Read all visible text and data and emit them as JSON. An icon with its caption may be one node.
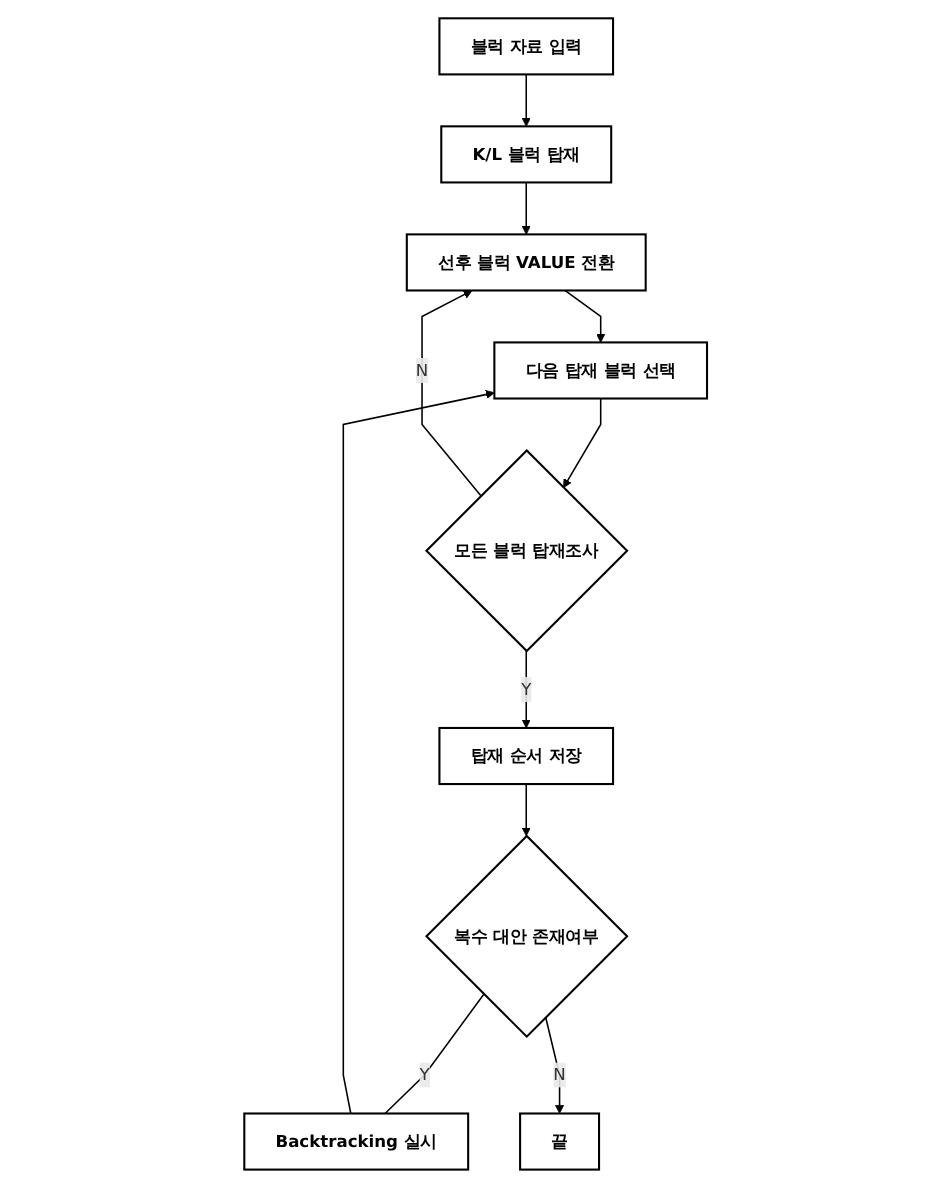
{
  "diagram": {
    "nodes": [
      {
        "text": [
          "블럭 자료 입력"
        ]
      },
      {
        "text": [
          "K/L 블럭 탑재"
        ]
      },
      {
        "text": [
          "선후 블럭 VALUE 전환"
        ]
      },
      {
        "text": [
          "다음 탑재 블럭 선택"
        ]
      },
      {
        "text": [
          "모든 블럭 탑재조사"
        ]
      },
      {
        "text": [
          "탑재 순서 저장"
        ]
      },
      {
        "text": [
          "Backtracking 실시"
        ]
      },
      {
        "text": [
          "복수 대안 존재여부"
        ]
      },
      {
        "text": [
          "끝"
        ]
      }
    ],
    "edges": [
      {
        "from": 0,
        "to": 1,
        "arrow": "to"
      },
      {
        "from": 1,
        "to": 2,
        "arrow": "to"
      },
      {
        "from": 2,
        "to": 3,
        "arrow": "to"
      },
      {
        "from": 3,
        "to": 4,
        "arrow": "to"
      },
      {
        "from": 4,
        "to": 2,
        "label": "N",
        "arrow": "to"
      },
      {
        "from": 4,
        "to": 5,
        "label": "Y",
        "arrow": "to"
      },
      {
        "from": 5,
        "to": 7,
        "arrow": "to"
      },
      {
        "from": 7,
        "to": 6,
        "label": "Y",
        "arrow": "none"
      },
      {
        "from": 6,
        "to": 3,
        "arrow": "to"
      },
      {
        "from": 7,
        "to": 8,
        "label": "N",
        "arrow": "to"
      }
    ]
  }
}
